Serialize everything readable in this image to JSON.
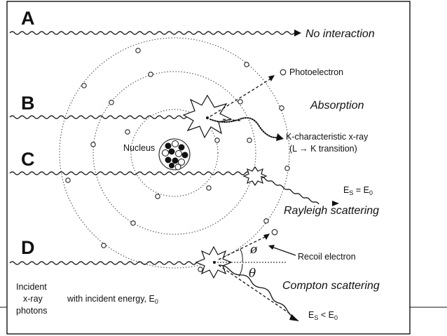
{
  "labels": {
    "a": "A",
    "b": "B",
    "c": "C",
    "d": "D",
    "no_interaction": "No interaction",
    "absorption": "Absorption",
    "rayleigh": "Rayleigh scattering",
    "compton": "Compton scattering",
    "photoelectron": "Photoelectron",
    "k_char_line1": "K-characteristic x-ray",
    "k_char_line2": "(L → K transition)",
    "nucleus": "Nucleus",
    "recoil_electron": "Recoil electron",
    "es_eq_e0": "E",
    "es_eq_sub_s": "S",
    "es_eq_mid": " = E",
    "es_eq_sub_0": "0",
    "es_lt_e0": "E",
    "es_lt_sub_s": "S",
    "es_lt_mid": " < E",
    "es_lt_sub_0": "0",
    "incident_1": "Incident",
    "incident_2": "x-ray",
    "incident_3": "photons",
    "incident_energy": "with incident energy, E",
    "incident_energy_sub": "0",
    "phi": "ø",
    "theta": "θ"
  }
}
